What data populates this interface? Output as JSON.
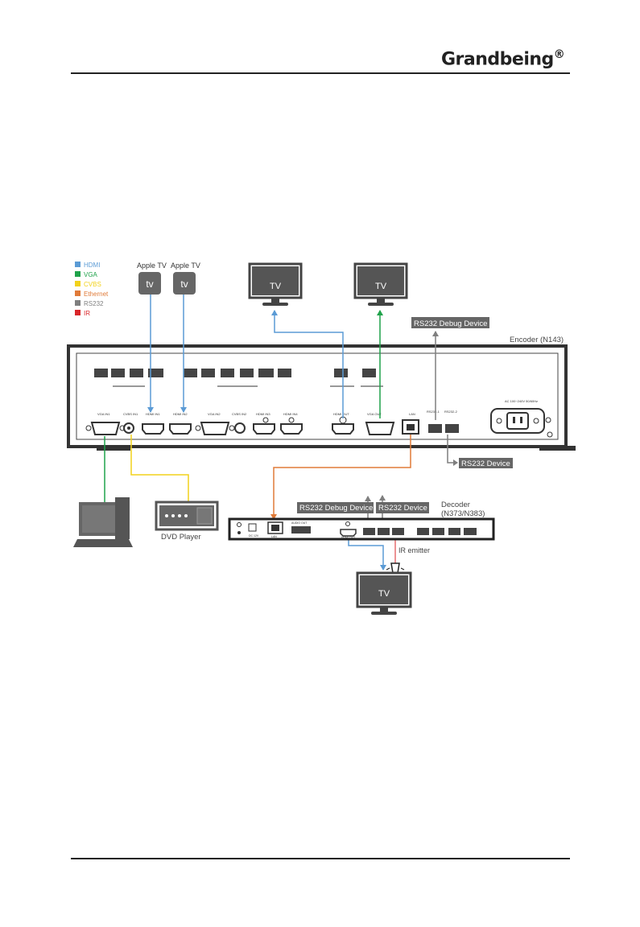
{
  "header": {
    "brand": "Grandbeing",
    "registered": "®"
  },
  "legend": [
    {
      "label": "HDMI",
      "color": "#5b9bd5"
    },
    {
      "label": "VGA",
      "color": "#1fa24a"
    },
    {
      "label": "CVBS",
      "color": "#f2d21b"
    },
    {
      "label": "Ethernet",
      "color": "#e07b39"
    },
    {
      "label": "RS232",
      "color": "#7f7f7f"
    },
    {
      "label": "IR",
      "color": "#d9262a"
    }
  ],
  "sources": {
    "apple_tv_1": "Apple TV",
    "apple_tv_2": "Apple TV",
    "apple_icon": "tv",
    "dvd": "DVD Player"
  },
  "displays": {
    "tv1": "TV",
    "tv2": "TV",
    "tv3": "TV"
  },
  "labels": {
    "rs232_debug_top": "RS232 Debug Device",
    "encoder": "Encoder (N143)",
    "rs232_device_right": "RS232 Device",
    "rs232_debug_decoder": "RS232 Debug Device",
    "rs232_device_decoder": "RS232 Device",
    "decoder_line1": "Decoder",
    "decoder_line2": "(N373/N383)",
    "ir_emitter": "IR emitter"
  },
  "encoder_ports": {
    "vga_in1": "VGA IN1",
    "cvbs_in1": "CVBS IN1",
    "hdmi_in1": "HDMI IN1",
    "hdmi_in2": "HDMI IN2",
    "vga_in2": "VGA IN2",
    "cvbs_in2": "CVBS IN2",
    "hdmi_in3": "HDMI IN3",
    "hdmi_in4": "HDMI IN4",
    "hdmi_out": "HDMI OUT",
    "vga_out": "VGA OUT",
    "lan": "LAN",
    "rs232_1": "RS232-1",
    "rs232_2": "RS232-2",
    "ac": "AC 100~240V 50/60Hz"
  },
  "decoder_ports": {
    "dc": "DC 12V",
    "lan": "LAN",
    "audio_out": "AUDIO OUT",
    "hdmi_out": "HDMI OUT"
  },
  "colors": {
    "hdmi": "#5b9bd5",
    "vga": "#1fa24a",
    "cvbs": "#f2d21b",
    "ethernet": "#e07b39",
    "rs232": "#7f7f7f",
    "ir": "#d9262a"
  }
}
